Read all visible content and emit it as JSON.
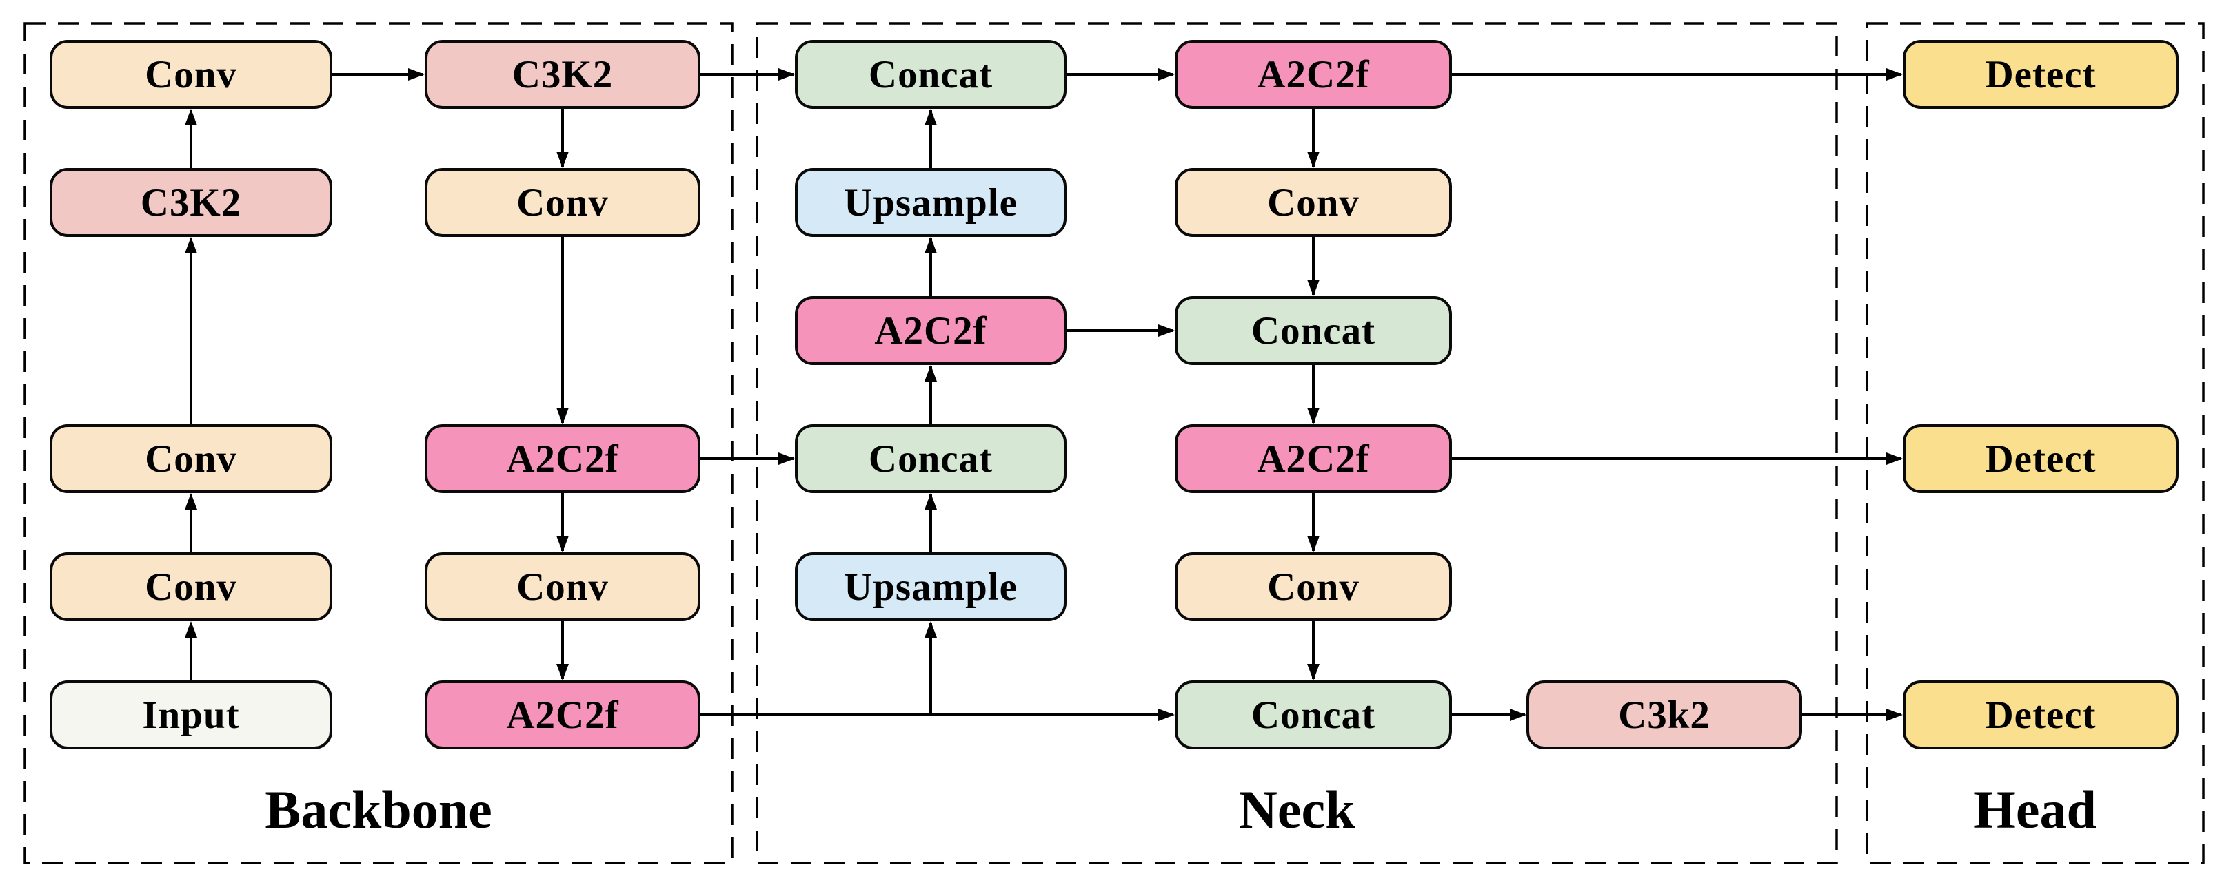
{
  "sections": [
    {
      "id": "backbone",
      "label": "Backbone"
    },
    {
      "id": "neck",
      "label": "Neck"
    },
    {
      "id": "head",
      "label": "Head"
    }
  ],
  "palette": {
    "conv": "#FAE5C8",
    "c3k2": "#F2C8C4",
    "a2c2f": "#F693BA",
    "concat": "#D6E8D4",
    "upsample": "#D6E9F6",
    "input": "#F6F6F0",
    "detect": "#FAE08E",
    "border": "#0A0A0A",
    "line": "#000000"
  },
  "nodes": [
    {
      "id": "in1",
      "label": "Input",
      "type": "input",
      "col": "B1",
      "row": 6,
      "section": "backbone"
    },
    {
      "id": "cv1",
      "label": "Conv",
      "type": "conv",
      "col": "B1",
      "row": 5,
      "section": "backbone"
    },
    {
      "id": "cv2",
      "label": "Conv",
      "type": "conv",
      "col": "B1",
      "row": 4,
      "section": "backbone"
    },
    {
      "id": "ck1",
      "label": "C3K2",
      "type": "c3k2",
      "col": "B1",
      "row": 2,
      "section": "backbone"
    },
    {
      "id": "cv3",
      "label": "Conv",
      "type": "conv",
      "col": "B1",
      "row": 1,
      "section": "backbone"
    },
    {
      "id": "ck2",
      "label": "C3K2",
      "type": "c3k2",
      "col": "B2",
      "row": 1,
      "section": "backbone"
    },
    {
      "id": "cv4",
      "label": "Conv",
      "type": "conv",
      "col": "B2",
      "row": 2,
      "section": "backbone"
    },
    {
      "id": "a1",
      "label": "A2C2f",
      "type": "a2c2f",
      "col": "B2",
      "row": 4,
      "section": "backbone"
    },
    {
      "id": "cv5",
      "label": "Conv",
      "type": "conv",
      "col": "B2",
      "row": 5,
      "section": "backbone"
    },
    {
      "id": "a2",
      "label": "A2C2f",
      "type": "a2c2f",
      "col": "B2",
      "row": 6,
      "section": "backbone"
    },
    {
      "id": "cc1",
      "label": "Concat",
      "type": "concat",
      "col": "N1",
      "row": 1,
      "section": "neck"
    },
    {
      "id": "up1",
      "label": "Upsample",
      "type": "upsample",
      "col": "N1",
      "row": 2,
      "section": "neck"
    },
    {
      "id": "a3",
      "label": "A2C2f",
      "type": "a2c2f",
      "col": "N1",
      "row": 3,
      "section": "neck"
    },
    {
      "id": "cc2",
      "label": "Concat",
      "type": "concat",
      "col": "N1",
      "row": 4,
      "section": "neck"
    },
    {
      "id": "up2",
      "label": "Upsample",
      "type": "upsample",
      "col": "N1",
      "row": 5,
      "section": "neck"
    },
    {
      "id": "a4",
      "label": "A2C2f",
      "type": "a2c2f",
      "col": "N2",
      "row": 1,
      "section": "neck"
    },
    {
      "id": "cv6",
      "label": "Conv",
      "type": "conv",
      "col": "N2",
      "row": 2,
      "section": "neck"
    },
    {
      "id": "cc3",
      "label": "Concat",
      "type": "concat",
      "col": "N2",
      "row": 3,
      "section": "neck"
    },
    {
      "id": "a5",
      "label": "A2C2f",
      "type": "a2c2f",
      "col": "N2",
      "row": 4,
      "section": "neck"
    },
    {
      "id": "cv7",
      "label": "Conv",
      "type": "conv",
      "col": "N2",
      "row": 5,
      "section": "neck"
    },
    {
      "id": "cc4",
      "label": "Concat",
      "type": "concat",
      "col": "N2",
      "row": 6,
      "section": "neck"
    },
    {
      "id": "ck3",
      "label": "C3k2",
      "type": "c3k2",
      "col": "N3",
      "row": 6,
      "section": "neck"
    },
    {
      "id": "d1",
      "label": "Detect",
      "type": "detect",
      "col": "H",
      "row": 1,
      "section": "head"
    },
    {
      "id": "d2",
      "label": "Detect",
      "type": "detect",
      "col": "H",
      "row": 4,
      "section": "head"
    },
    {
      "id": "d3",
      "label": "Detect",
      "type": "detect",
      "col": "H",
      "row": 6,
      "section": "head"
    }
  ],
  "edges": [
    {
      "from": "in1",
      "to": "cv1",
      "dir": "up"
    },
    {
      "from": "cv1",
      "to": "cv2",
      "dir": "up"
    },
    {
      "from": "cv2",
      "to": "ck1",
      "dir": "up"
    },
    {
      "from": "ck1",
      "to": "cv3",
      "dir": "up"
    },
    {
      "from": "cv3",
      "to": "ck2",
      "dir": "right"
    },
    {
      "from": "ck2",
      "to": "cv4",
      "dir": "down"
    },
    {
      "from": "cv4",
      "to": "a1",
      "dir": "down"
    },
    {
      "from": "a1",
      "to": "cv5",
      "dir": "down"
    },
    {
      "from": "cv5",
      "to": "a2",
      "dir": "down"
    },
    {
      "from": "ck2",
      "to": "cc1",
      "dir": "right"
    },
    {
      "from": "a1",
      "to": "cc2",
      "dir": "right"
    },
    {
      "from": "a2",
      "to": "cc4",
      "dir": "right"
    },
    {
      "fromPoint": {
        "col": "N1",
        "row": 6
      },
      "to": "up2",
      "dir": "up"
    },
    {
      "from": "up2",
      "to": "cc2",
      "dir": "up"
    },
    {
      "from": "cc2",
      "to": "a3",
      "dir": "up"
    },
    {
      "from": "a3",
      "to": "up1",
      "dir": "up"
    },
    {
      "from": "up1",
      "to": "cc1",
      "dir": "up"
    },
    {
      "from": "cc1",
      "to": "a4",
      "dir": "right"
    },
    {
      "from": "a3",
      "to": "cc3",
      "dir": "right"
    },
    {
      "from": "a4",
      "to": "cv6",
      "dir": "down"
    },
    {
      "from": "cv6",
      "to": "cc3",
      "dir": "down"
    },
    {
      "from": "cc3",
      "to": "a5",
      "dir": "down"
    },
    {
      "from": "a5",
      "to": "cv7",
      "dir": "down"
    },
    {
      "from": "cv7",
      "to": "cc4",
      "dir": "down"
    },
    {
      "from": "a4",
      "to": "d1",
      "dir": "right"
    },
    {
      "from": "a5",
      "to": "d2",
      "dir": "right"
    },
    {
      "from": "cc4",
      "to": "ck3",
      "dir": "right"
    },
    {
      "from": "ck3",
      "to": "d3",
      "dir": "right"
    }
  ]
}
